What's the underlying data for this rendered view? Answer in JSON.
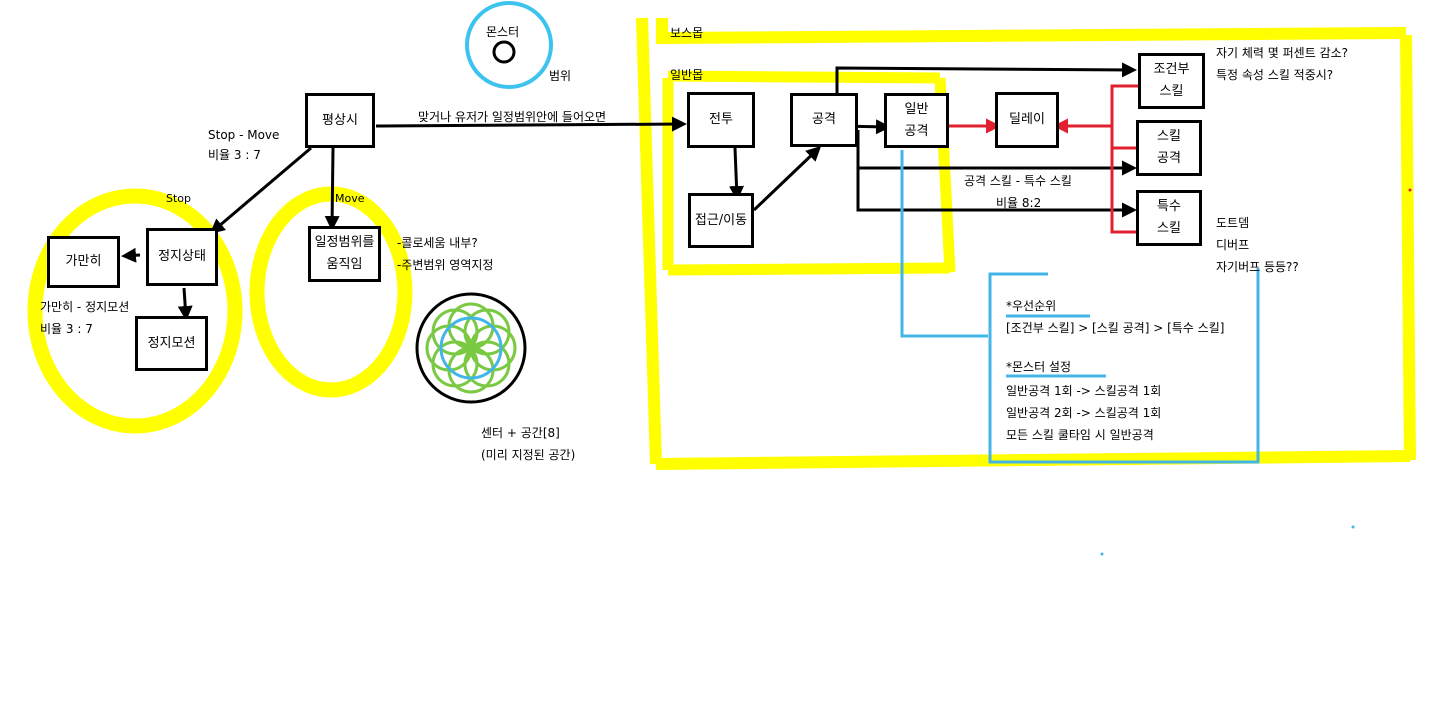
{
  "monster": {
    "label": "몬스터",
    "range_label": "범위"
  },
  "idle": {
    "node": "평상시",
    "stop_move_label": "Stop - Move",
    "stop_move_ratio": "비율 3 : 7",
    "trigger_label": "맞거나 유저가 일정범위안에 들어오면"
  },
  "stop_group": {
    "title": "Stop",
    "state_node": "정지상태",
    "still_node": "가만히",
    "motion_node": "정지모션",
    "ratio_label": "가만히 - 정지모션",
    "ratio": "비율 3 : 7"
  },
  "move_group": {
    "title": "Move",
    "node_line1": "일정범위를",
    "node_line2": "움직임",
    "note1": "-콜로세움 내부?",
    "note2": "-주변범위 영역지정"
  },
  "spawn": {
    "label1": "센터 + 공간[8]",
    "label2": "(미리 지정된 공간)"
  },
  "boss_mob": {
    "title": "보스몹"
  },
  "normal_mob": {
    "title": "일반몹",
    "battle_node": "전투",
    "approach_node": "접근/이동",
    "attack_node": "공격",
    "normal_attack_line1": "일반",
    "normal_attack_line2": "공격",
    "delay_node": "딜레이",
    "skill_ratio_label": "공격 스킬 - 특수 스킬",
    "skill_ratio": "비율 8:2"
  },
  "skills": {
    "conditional_line1": "조건부",
    "conditional_line2": "스킬",
    "skill_attack_line1": "스킬",
    "skill_attack_line2": "공격",
    "special_line1": "특수",
    "special_line2": "스킬",
    "conditional_note1": "자기 체력 몇 퍼센트 감소?",
    "conditional_note2": "특정 속성 스킬 적중시?",
    "special_note1": "도트뎀",
    "special_note2": "디버프",
    "special_note3": "자기버프 등등??"
  },
  "notes": {
    "priority_title": "*우선순위",
    "priority_text": "[조건부 스킬] > [스킬 공격] > [특수 스킬]",
    "settings_title": "*몬스터 설정",
    "setting1": "일반공격 1회 -> 스킬공격 1회",
    "setting2": "일반공격 2회 -> 스킬공격 1회",
    "setting3": "모든 스킬 쿨타임 시 일반공격"
  },
  "colors": {
    "highlight": "#ffff00",
    "circle": "#3cc3ee",
    "arrow_red": "#e0202e",
    "green": "#7ac943",
    "blue": "#42b6e8"
  }
}
